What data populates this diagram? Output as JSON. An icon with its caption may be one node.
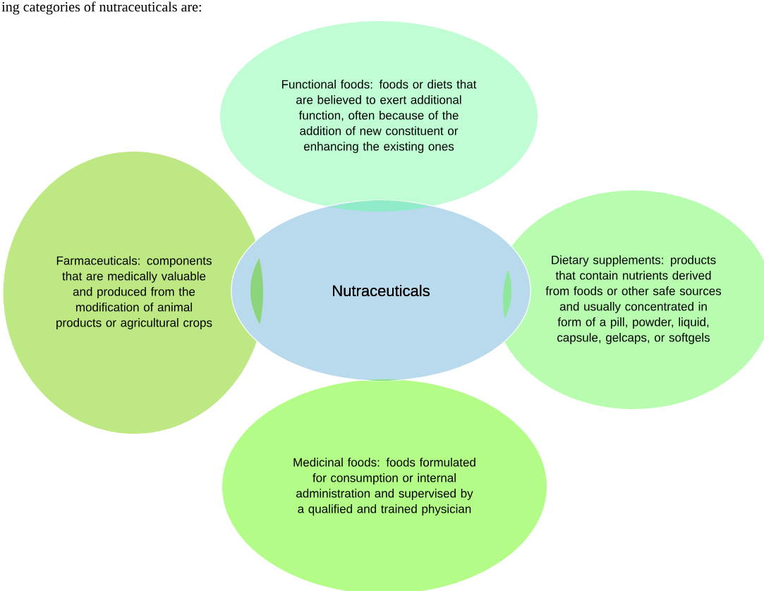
{
  "diagram": {
    "nodes": [
      {
        "text": [
          "Functional foods: foods or diets that are believed to exert additional function, often because of the addition of new constituent or enhancing the existing ones"
        ]
      },
      {
        "text": [
          "Farmaceuticals: components that are medically valuable and produced from the modification of animal products or agricultural crops"
        ]
      },
      {
        "text": [
          "Nutraceuticals"
        ]
      },
      {
        "text": [
          "Dietary supplements: products that contain nutrients derived from foods or other safe sources and usually concentrated in form of a pill, powder, liquid, capsule, gelcaps, or softgels"
        ]
      },
      {
        "text": [
          "Medicinal foods: foods formulated for consumption or internal administration and supervised by a qualified and trained physician"
        ]
      }
    ],
    "labels": [
      "ing categories of nutraceuticals are:"
    ]
  }
}
